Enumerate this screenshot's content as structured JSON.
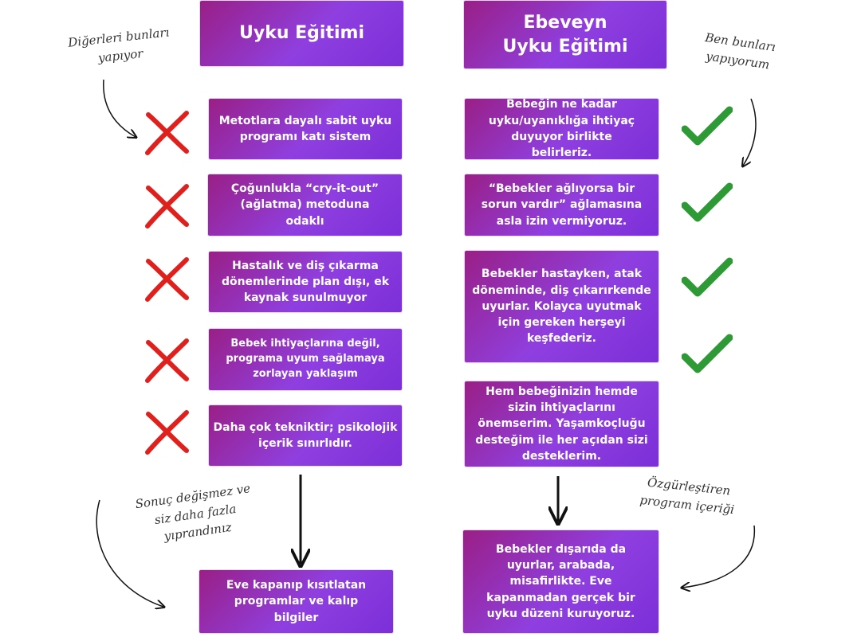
{
  "headers": {
    "left": "Uyku Eğitimi",
    "right": "Ebeveyn\nUyku Eğitimi"
  },
  "left_items": [
    "Metotlara dayalı sabit uyku programı katı sistem",
    "Çoğunlukla “cry-it-out” (ağlatma) metoduna odaklı",
    "Hastalık ve diş çıkarma dönemlerinde plan dışı, ek kaynak sunulmuyor",
    "Bebek ihtiyaçlarına değil, programa uyum sağlamaya zorlayan yaklaşım",
    "Daha çok tekniktir; psikolojik içerik sınırlıdır."
  ],
  "right_items": [
    "Bebeğin ne kadar uyku/uyanıklığa ihtiyaç duyuyor birlikte belirleriz.",
    "“Bebekler ağlıyorsa bir sorun vardır” ağlamasına asla izin vermiyoruz.",
    "Bebekler hastayken, atak döneminde, diş çıkarırkende uyurlar. Kolayca uyutmak için gereken herşeyi keşfederiz.",
    "Hem bebeğinizin hemde sizin ihtiyaçlarını önemserim. Yaşamkoçluğu desteğim ile her açıdan sizi desteklerim."
  ],
  "results": {
    "left": "Eve kapanıp kısıtlatan programlar ve kalıp bilgiler",
    "right": "Bebekler dışarıda da uyurlar, arabada, misafirlikte. Eve kapanmadan gerçek bir uyku düzeni kuruyoruz."
  },
  "notes": {
    "others": "Diğerleri bunları yapıyor",
    "me": "Ben bunları yapıyorum",
    "outcome": "Sonuç değişmez ve siz daha fazla yıprandınız",
    "freeing": "Özgürleştiren program içeriği"
  },
  "icons": {
    "left_marker": "cross-icon",
    "right_marker": "check-icon",
    "cross_color": "#e0201c",
    "check_color": "#2e9a36"
  }
}
